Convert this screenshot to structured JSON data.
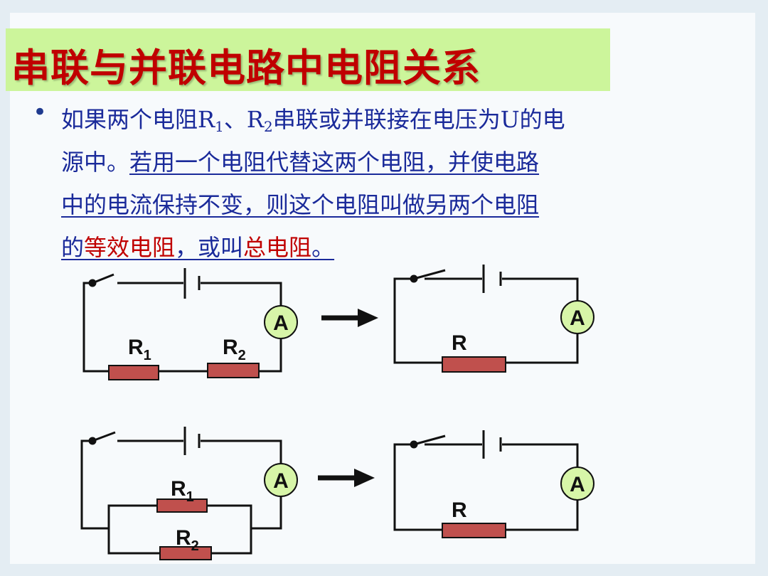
{
  "title": "串联与并联电路中电阻关系",
  "paragraph": {
    "l1_a": "如果两个电阻R",
    "l1_sub1": "1",
    "l1_b": "、R",
    "l1_sub2": "2",
    "l1_c": "串联或并联接在电压为U的电",
    "l2_a": "源中。",
    "l2_u": "若用一个电阻代替这两个电阻，并使电路",
    "l3_u": "中的电流保持不变，则这个电阻叫做另两个电阻",
    "l4_a": "的",
    "l4_red1": "等效电阻",
    "l4_b": "，或叫",
    "l4_red2": "总电阻",
    "l4_c": "。"
  },
  "diagrams": {
    "ammeter": "A",
    "r1_main": "R",
    "r1_sub": "1",
    "r2_main": "R",
    "r2_sub": "2",
    "r_equiv": "R"
  },
  "colors": {
    "title_red": "#c00000",
    "title_bg": "#ccf59b",
    "text_blue": "#1a2a9a",
    "resistor": "#c0504d",
    "ammeter_bg": "#d7f5a8"
  }
}
